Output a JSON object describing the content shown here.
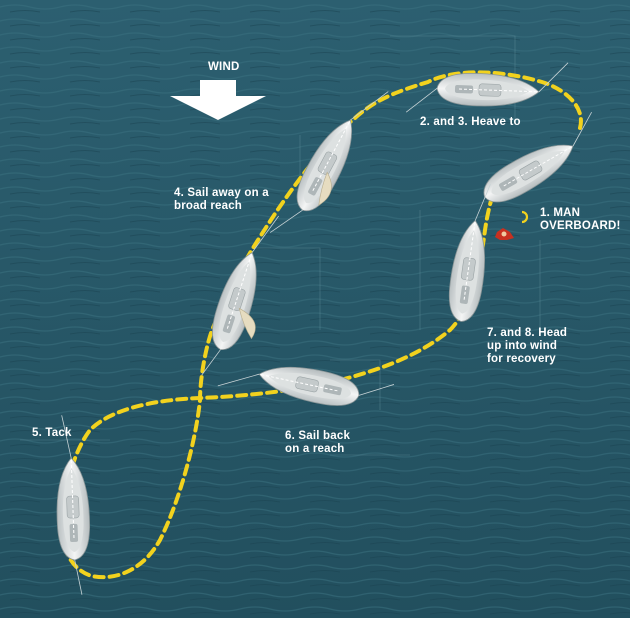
{
  "wind": {
    "label": "WIND"
  },
  "steps": [
    {
      "id": "step1",
      "text": "1. MAN\nOVERBOARD!"
    },
    {
      "id": "step2",
      "text": "2. and 3. Heave to"
    },
    {
      "id": "step4",
      "text": "4. Sail away on a\nbroad reach"
    },
    {
      "id": "step5",
      "text": "5. Tack"
    },
    {
      "id": "step6",
      "text": "6. Sail back\non a reach"
    },
    {
      "id": "step7",
      "text": "7. and 8. Head\nup into wind\nfor recovery"
    }
  ],
  "colors": {
    "sea": "#2a5a6a",
    "sea_dark": "#1f4b5a",
    "course": "#f2d21e",
    "hull": "#eef0f0",
    "deck": "#c9cecf",
    "sail": "#e6dcc0",
    "buoy": "#c83020"
  }
}
